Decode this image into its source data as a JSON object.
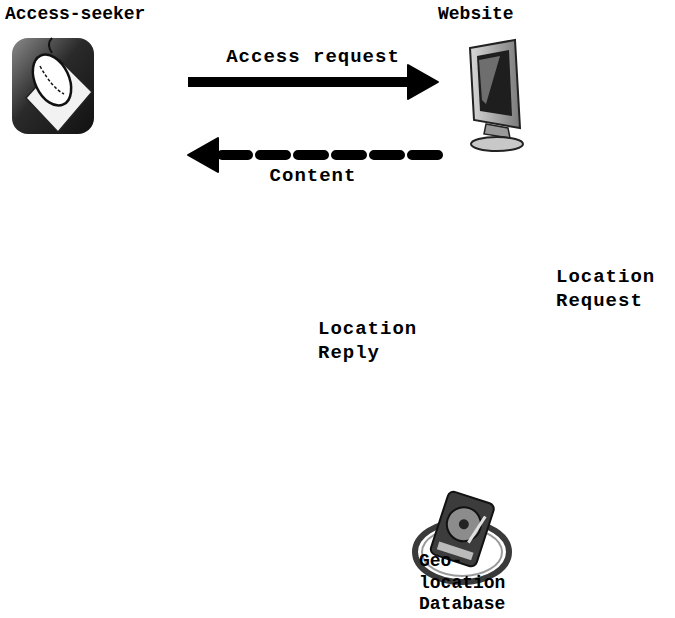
{
  "diagram": {
    "nodes": [
      {
        "text": [
          "Access-seeker"
        ]
      },
      {
        "text": [
          "Website"
        ]
      },
      {
        "text": [
          "Geo-location Database"
        ]
      }
    ],
    "edges": [
      {
        "from": 0,
        "to": 1,
        "label": "Access request",
        "arrow": "to"
      },
      {
        "from": 1,
        "to": 0,
        "label": "Content",
        "arrow": "to"
      }
    ],
    "labels": [
      "Location Request",
      "Location Reply"
    ]
  }
}
